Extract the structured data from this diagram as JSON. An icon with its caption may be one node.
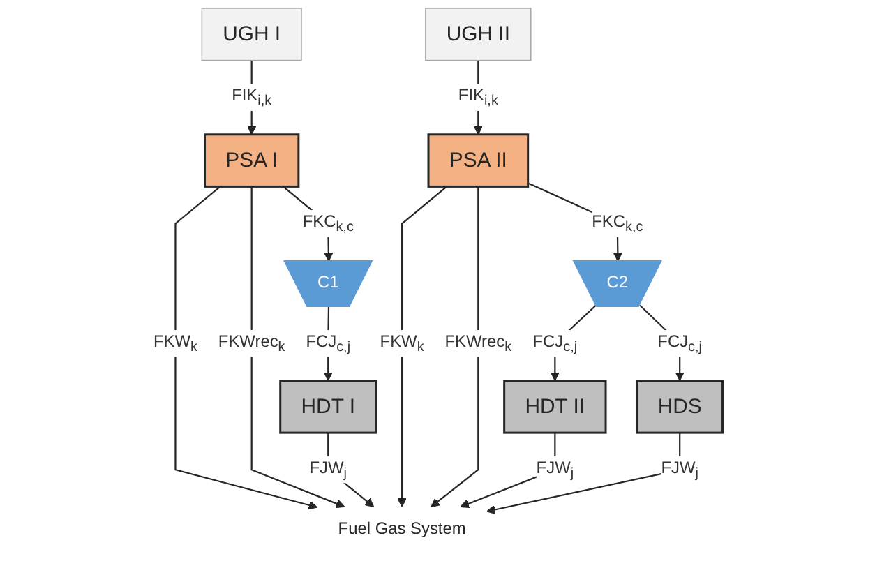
{
  "diagram": {
    "nodes": [
      {
        "text": [
          "UGH I"
        ]
      },
      {
        "text": [
          "PSA I"
        ]
      },
      {
        "text": [
          "C1"
        ]
      },
      {
        "text": [
          "HDT I"
        ]
      },
      {
        "text": [
          "UGH II"
        ]
      },
      {
        "text": [
          "PSA II"
        ]
      },
      {
        "text": [
          "C2"
        ]
      },
      {
        "text": [
          "HDT II"
        ]
      },
      {
        "text": [
          "HDS"
        ]
      },
      {
        "text": [
          "Fuel Gas System"
        ]
      }
    ],
    "edges": [
      {
        "from": 0,
        "to": 1,
        "arrow": "to",
        "label": "FIK$_{i,k}$"
      },
      {
        "from": 1,
        "to": 2,
        "arrow": "to",
        "label": "FKC$_{k,c}$"
      },
      {
        "from": 2,
        "to": 3,
        "arrow": "to",
        "label": "FCJ$_{c,j}$"
      },
      {
        "from": 1,
        "to": 9,
        "arrow": "to",
        "label": "FKW$_{k}$"
      },
      {
        "from": 1,
        "to": 9,
        "arrow": "to",
        "label": "FKWrec$_{k}$"
      },
      {
        "from": 3,
        "to": 9,
        "arrow": "to",
        "label": "FJW$_{j}$"
      },
      {
        "from": 4,
        "to": 5,
        "arrow": "to",
        "label": "FIK$_{i,k}$"
      },
      {
        "from": 5,
        "to": 9,
        "arrow": "to",
        "label": "FKW$_{k}$"
      },
      {
        "from": 5,
        "to": 9,
        "arrow": "to",
        "label": "FKWrec$_{k}$"
      },
      {
        "from": 5,
        "to": 6,
        "arrow": "to",
        "label": "FKC$_{k,c}$"
      },
      {
        "from": 6,
        "to": 7,
        "arrow": "to",
        "label": "FCJ$_{c,j}$"
      },
      {
        "from": 6,
        "to": 8,
        "arrow": "to",
        "label": "FCJ$_{c,j}$"
      },
      {
        "from": 7,
        "to": 9,
        "arrow": "to",
        "label": "FJW$_{j}$"
      },
      {
        "from": 8,
        "to": 9,
        "arrow": "to",
        "label": "FJW$_{j}$"
      }
    ]
  }
}
